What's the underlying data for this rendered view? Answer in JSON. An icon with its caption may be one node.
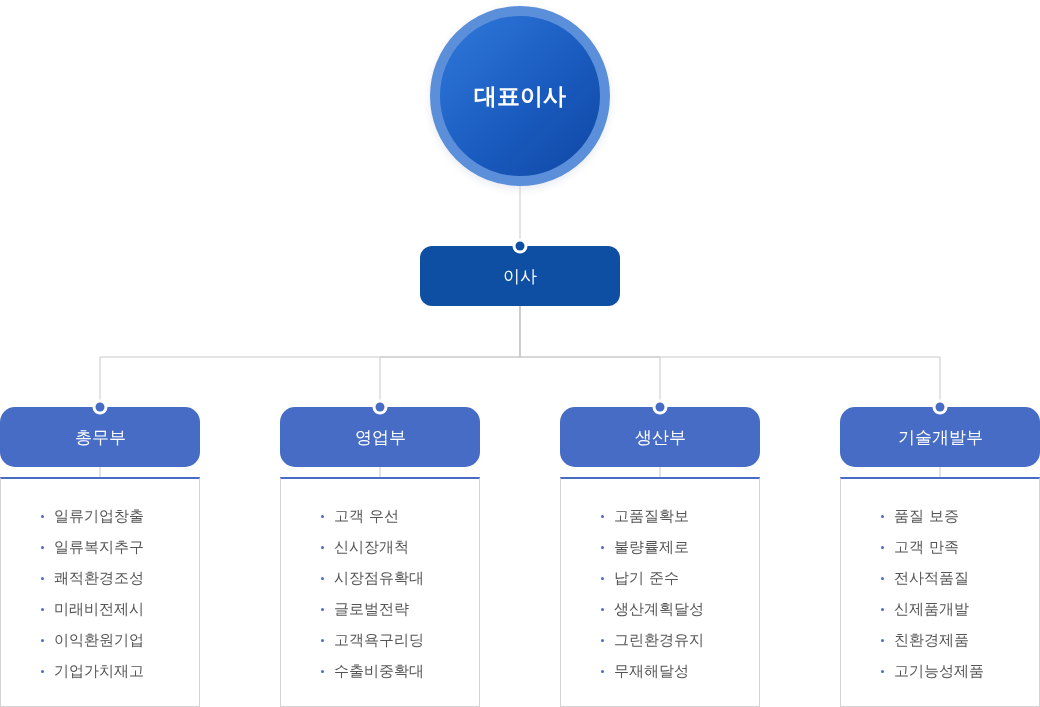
{
  "diagram": {
    "nodes": [
      {
        "text": [
          "대표이사"
        ]
      },
      {
        "text": [
          "이사"
        ]
      },
      {
        "text": [
          "총무부"
        ]
      },
      {
        "text": [
          "영업부"
        ]
      },
      {
        "text": [
          "생산부"
        ]
      },
      {
        "text": [
          "기술개발부"
        ]
      },
      {
        "text": [
          "일류기업창출",
          "일류복지추구",
          "쾌적환경조성",
          "미래비전제시",
          "이익환원기업",
          "기업가치재고"
        ]
      },
      {
        "text": [
          "고객 우선",
          "신시장개척",
          "시장점유확대",
          "글로벌전략",
          "고객욕구리딩",
          "수출비중확대"
        ]
      },
      {
        "text": [
          "고품질확보",
          "불량률제로",
          "납기 준수",
          "생산계획달성",
          "그린환경유지",
          "무재해달성"
        ]
      },
      {
        "text": [
          "품질 보증",
          "고객 만족",
          "전사적품질",
          "신제품개발",
          "친환경제품",
          "고기능성제품"
        ]
      }
    ],
    "edges": [
      {
        "from": 0,
        "to": 1,
        "arrow": "other"
      },
      {
        "from": 1,
        "to": 2,
        "arrow": "other"
      },
      {
        "from": 1,
        "to": 3,
        "arrow": "other"
      },
      {
        "from": 1,
        "to": 4,
        "arrow": "other"
      },
      {
        "from": 1,
        "to": 5,
        "arrow": "other"
      },
      {
        "from": 2,
        "to": 6,
        "arrow": "none"
      },
      {
        "from": 3,
        "to": 7,
        "arrow": "none"
      },
      {
        "from": 4,
        "to": 8,
        "arrow": "none"
      },
      {
        "from": 5,
        "to": 9,
        "arrow": "none"
      }
    ]
  }
}
